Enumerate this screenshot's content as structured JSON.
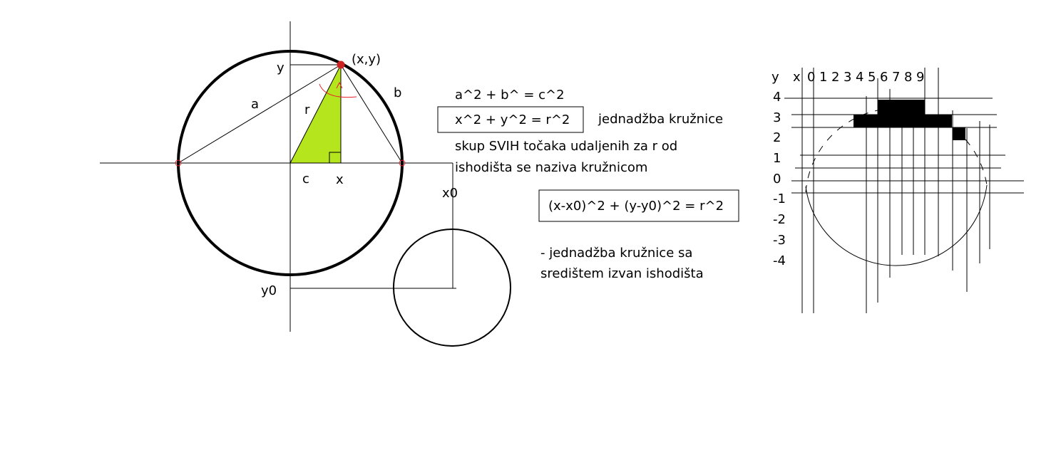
{
  "labels": {
    "point": "(x,y)",
    "y_axis": "y",
    "a": "a",
    "b": "b",
    "r": "r",
    "c": "c",
    "x": "x",
    "x0": "x0",
    "y0": "y0"
  },
  "formulas": {
    "pythagoras": "a^2 + b^ = c^2",
    "circle": "x^2 + y^2 = r^2",
    "circle_name": "jednadžba kružnice",
    "definition_line1": "skup SVIH točaka udaljenih za r od",
    "definition_line2": "ishodišta  se naziva kružnicom",
    "shifted": "(x-x0)^2 + (y-y0)^2 = r^2",
    "shifted_desc_line1": "- jednadžba kružnice sa",
    "shifted_desc_line2": "središtem izvan ishodišta"
  },
  "grid": {
    "y_label": "y",
    "x_label": "x",
    "x_ticks": [
      "0",
      "1",
      "2",
      "3",
      "4",
      "5",
      "6",
      "7",
      "8",
      "9"
    ],
    "y_ticks": [
      "4",
      "3",
      "2",
      "1",
      "0",
      "-1",
      "-2",
      "-3",
      "-4"
    ]
  },
  "colors": {
    "triangle_fill": "#b5e61d",
    "point": "#cc2222",
    "angle_mark": "#e8202a"
  }
}
